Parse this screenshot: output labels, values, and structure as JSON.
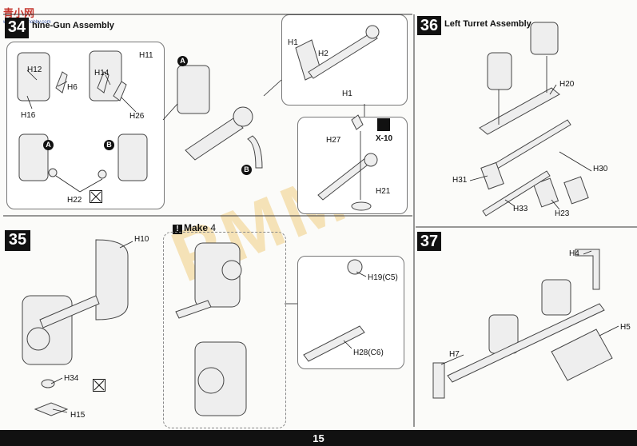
{
  "site_logo": {
    "text": "青小网",
    "sub": "www.hobbyhobby.com"
  },
  "steps": {
    "s34": {
      "number": "34",
      "title": "hine-Gun Assembly"
    },
    "s35": {
      "number": "35"
    },
    "s36": {
      "number": "36",
      "title": "Left Turret Assembly"
    },
    "s37": {
      "number": "37"
    }
  },
  "make": {
    "label": "Make",
    "count": "4"
  },
  "callouts": {
    "a": "A",
    "b": "B"
  },
  "parts": {
    "h12": "H12",
    "h11": "H11",
    "h6": "H6",
    "h14": "H14",
    "h16": "H16",
    "h26": "H26",
    "h22": "H22",
    "h1a": "H1",
    "h2": "H2",
    "h1b": "H1",
    "h27": "H27",
    "x10": "X-10",
    "h21": "H21",
    "h20": "H20",
    "h31": "H31",
    "h30": "H30",
    "h33": "H33",
    "h23": "H23",
    "h10": "H10",
    "h34": "H34",
    "h15": "H15",
    "h19": "H19(C5)",
    "h28": "H28(C6)",
    "h4": "H4",
    "h5": "H5",
    "h7": "H7"
  },
  "footer": {
    "page_number": "15"
  },
  "colors": {
    "footer_bg": "#111111",
    "step_bg": "#111111",
    "watermark": "#ebb43c"
  }
}
